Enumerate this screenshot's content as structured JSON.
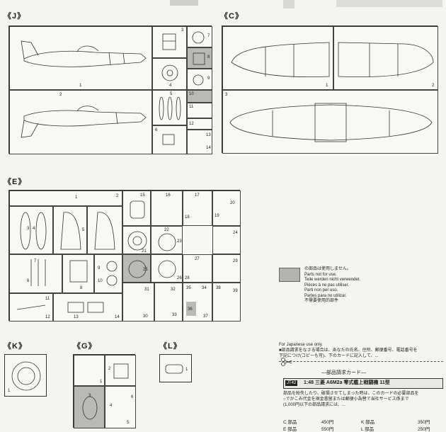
{
  "sections": {
    "J": "《J》",
    "C": "《C》",
    "E": "《E》",
    "K": "《K》",
    "G": "《G》",
    "L": "《L》"
  },
  "j_parts": {
    "p1": "1",
    "p2": "2",
    "p3": "3",
    "p4": "4",
    "p5": "5",
    "p6": "6",
    "p7": "7",
    "p8": "8",
    "p9": "9",
    "p10": "10",
    "p11": "11",
    "p12": "12",
    "p13": "13",
    "p14": "14"
  },
  "c_parts": {
    "p1": "1",
    "p2": "2",
    "p3": "3"
  },
  "e_parts": {
    "p1": "1",
    "p2": "2",
    "p3": "3",
    "p4": "4",
    "p5": "5",
    "p6": "6",
    "p7": "7",
    "p8": "8",
    "p9": "9",
    "p10": "10",
    "p11": "11",
    "p12": "12",
    "p13": "13",
    "p14": "14",
    "p15": "15",
    "p16": "16",
    "p17": "17",
    "p18": "18",
    "p19": "19",
    "p20": "20",
    "p21": "21",
    "p22": "22",
    "p23": "23",
    "p24": "24",
    "p25": "25",
    "p26": "26",
    "p27": "27",
    "p28": "28",
    "p29": "29",
    "p30": "30",
    "p31": "31",
    "p32": "32",
    "p33": "33",
    "p34": "34",
    "p35": "35",
    "p36": "36",
    "p37": "37",
    "p38": "38",
    "p39": "39"
  },
  "k_parts": {
    "p1": "1"
  },
  "g_parts": {
    "p1": "1",
    "p2": "2",
    "p3": "3",
    "p4": "4",
    "p5": "5",
    "p6": "6"
  },
  "l_parts": {
    "p1": "1"
  },
  "legend": {
    "text": "の部品は使用しません。\nParts not for use.\nTeile werden nicht verwendet.\nPièces à ne pas utiliser.\nParti non per uso.\nPartes para no utilizar.\n不需要使用的部件"
  },
  "request": {
    "line1": "For Japanese use only.",
    "line2": "■部品請求をなさる場合は、あなたの氏名、住所、郵便番号、電話番号を",
    "line3": "下記につけ(コピーも可)、下のカードに記入して、..."
  },
  "card": {
    "title": "—部品請求カード—",
    "code": "JT42",
    "name": "1:48 三菱 A6M2a 零式艦上戦闘機 11型",
    "body1": "部品を紛失したり、破損させてしまった時は、このカードの必要部品を",
    "body2": "○でかこみ代金を現金書留または郵便小為替で当社サービス係まで",
    "body3": "(1,000円以下の部品請求には、...",
    "prices": [
      {
        "part": "C 部品",
        "price": "450円"
      },
      {
        "part": "K 部品",
        "price": "350円"
      },
      {
        "part": "E 部品",
        "price": "550円"
      },
      {
        "part": "L 部品",
        "price": "250円"
      }
    ]
  }
}
